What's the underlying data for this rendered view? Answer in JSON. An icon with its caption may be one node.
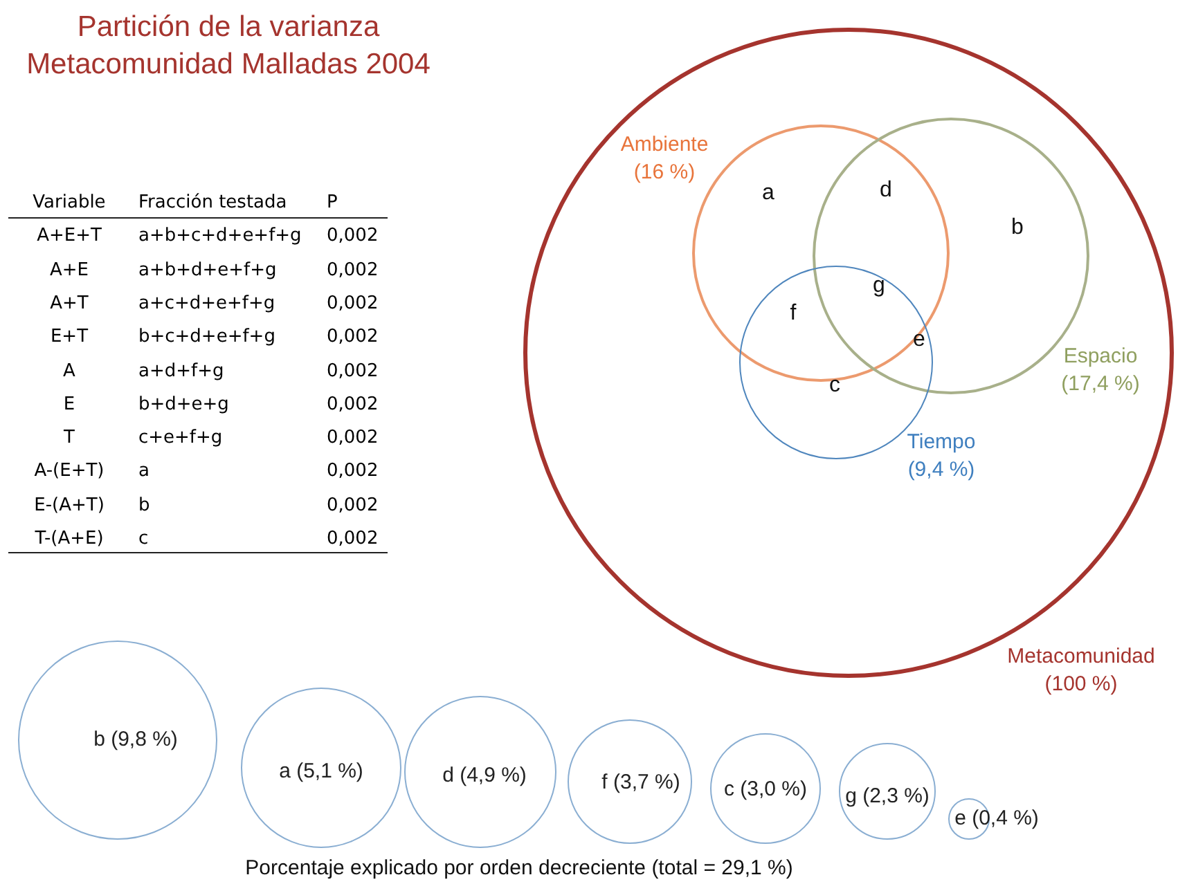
{
  "diagram": {
    "title": "Partición de la varianza Metacomunidad Malladas 2004",
    "caption": "Porcentaje explicado por orden decreciente (total = 29,1 %)",
    "nodes": [
      {
        "text": [
          "Metacomunidad (100 %)"
        ]
      },
      {
        "text": [
          "Ambiente (16 %)"
        ],
        "in": 0
      },
      {
        "text": [
          "Espacio (17,4 %)"
        ],
        "in": 0
      },
      {
        "text": [
          "Tiempo (9,4 %)"
        ],
        "in": 0
      },
      {
        "text": [
          "b (9,8 %)"
        ]
      },
      {
        "text": [
          "a (5,1 %)"
        ]
      },
      {
        "text": [
          "d (4,9 %)"
        ]
      },
      {
        "text": [
          "f (3,7 %)"
        ]
      },
      {
        "text": [
          "c (3,0 %)"
        ]
      },
      {
        "text": [
          "g (2,3 %)"
        ]
      },
      {
        "text": [
          "e (0,4 %)"
        ]
      }
    ],
    "edges": [],
    "labels": [
      "Variable",
      "Fracción testada",
      "P",
      "A+E+T",
      "a+b+c+d+e+f+g",
      "0,002",
      "A+E",
      "a+b+d+e+f+g",
      "0,002",
      "A+T",
      "a+c+d+e+f+g",
      "0,002",
      "E+T",
      "b+c+d+e+f+g",
      "0,002",
      "A",
      "a+d+f+g",
      "0,002",
      "E",
      "b+d+e+g",
      "0,002",
      "T",
      "c+e+f+g",
      "0,002",
      "A-(E+T)",
      "a",
      "0,002",
      "E-(A+T)",
      "b",
      "0,002",
      "T-(A+E)",
      "c",
      "0,002",
      "a",
      "d",
      "b",
      "f",
      "g",
      "e",
      "c"
    ]
  }
}
